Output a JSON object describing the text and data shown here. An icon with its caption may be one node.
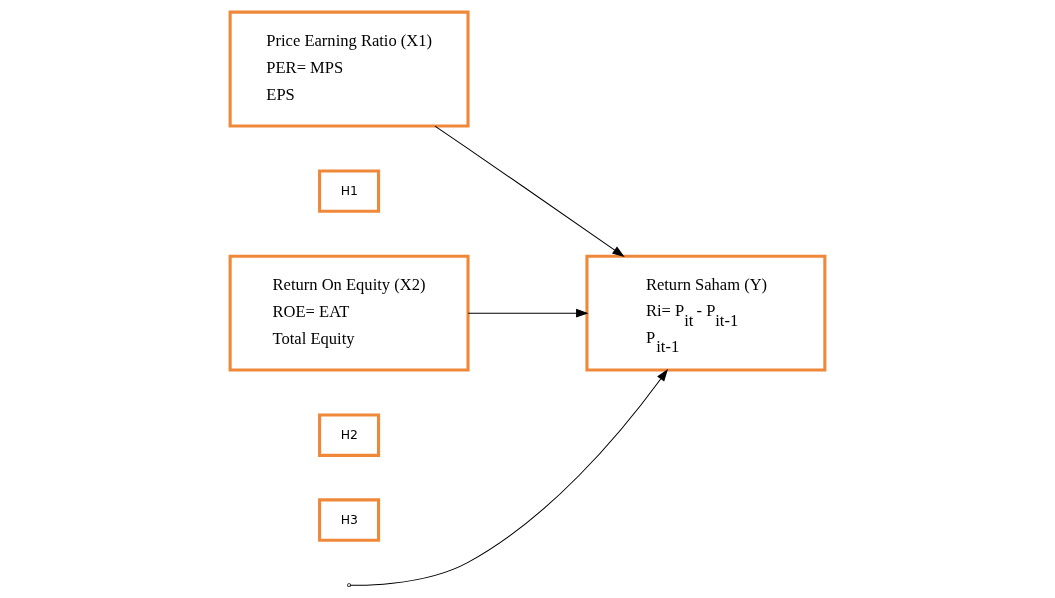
{
  "diagram": {
    "nodes": [
      {
        "text": [
          "Price Earning Ratio (X1)",
          "PER= MPS",
          "EPS"
        ]
      },
      {
        "text": [
          "Return On Equity (X2)",
          "ROE= EAT",
          "Total Equity"
        ]
      },
      {
        "text": [
          "Return Saham (Y)",
          "Ri= P$_{it}$ - P$_{it-1}$",
          "P$_{it-1}$"
        ]
      },
      {
        "text": [
          "H1"
        ]
      },
      {
        "text": [
          "H2"
        ]
      },
      {
        "text": [
          "H3"
        ]
      }
    ],
    "edges": [
      {
        "from": 0,
        "to": 2,
        "arrow": "to"
      },
      {
        "from": 1,
        "to": 2,
        "arrow": "to"
      },
      {
        "from": null,
        "to": 2,
        "arrow": "to"
      }
    ]
  }
}
